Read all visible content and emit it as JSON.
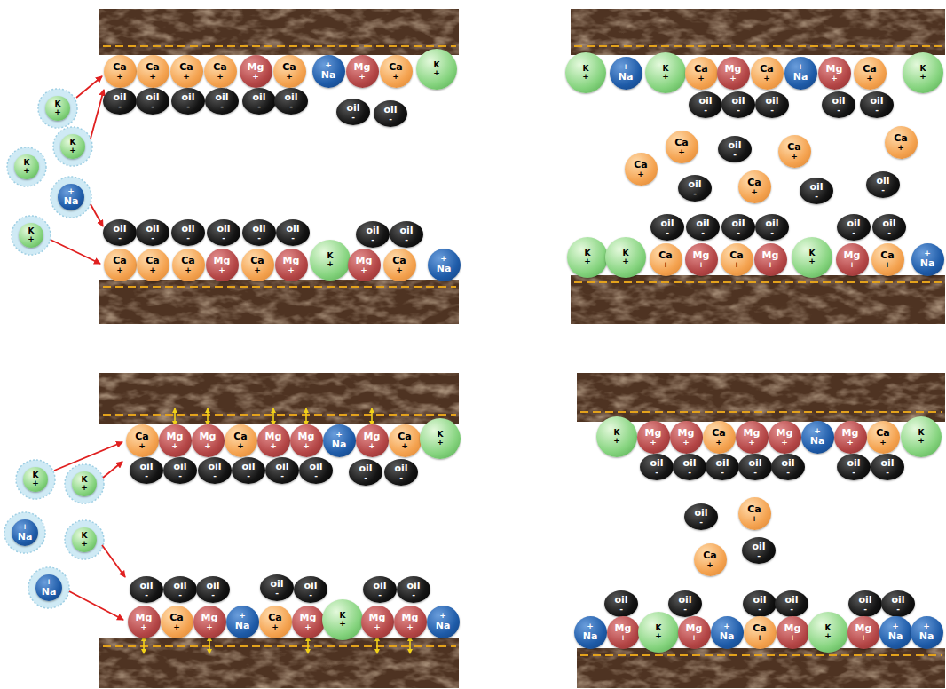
{
  "diagram": {
    "nodes": [
      {
        "text": [
          "Ca",
          "+"
        ]
      },
      {
        "text": [
          "Ca",
          "+"
        ]
      },
      {
        "text": [
          "Ca",
          "+"
        ]
      },
      {
        "text": [
          "Ca",
          "+"
        ]
      },
      {
        "text": [
          "Mg",
          "+"
        ]
      },
      {
        "text": [
          "Ca",
          "+"
        ]
      },
      {
        "text": [
          "+",
          "Na"
        ]
      },
      {
        "text": [
          "Mg",
          "+"
        ]
      },
      {
        "text": [
          "Ca",
          "+"
        ]
      },
      {
        "text": [
          "K",
          "+"
        ]
      },
      {
        "text": [
          "oil",
          "-"
        ]
      },
      {
        "text": [
          "oil",
          "-"
        ]
      },
      {
        "text": [
          "oil",
          "-"
        ]
      },
      {
        "text": [
          "oil",
          "-"
        ]
      },
      {
        "text": [
          "oil",
          "-"
        ]
      },
      {
        "text": [
          "oil",
          "-"
        ]
      },
      {
        "text": [
          "oil",
          "-"
        ]
      },
      {
        "text": [
          "oil",
          "-"
        ]
      },
      {
        "text": [
          "K",
          "+"
        ]
      },
      {
        "text": [
          "K",
          "+"
        ]
      },
      {
        "text": [
          "K",
          "+"
        ]
      },
      {
        "text": [
          "+",
          "Na"
        ]
      },
      {
        "text": [
          "K",
          "+"
        ]
      },
      {
        "text": [
          "oil",
          "-"
        ]
      },
      {
        "text": [
          "oil",
          "-"
        ]
      },
      {
        "text": [
          "oil",
          "-"
        ]
      },
      {
        "text": [
          "oil",
          "-"
        ]
      },
      {
        "text": [
          "oil",
          "-"
        ]
      },
      {
        "text": [
          "oil",
          "-"
        ]
      },
      {
        "text": [
          "oil",
          "-"
        ]
      },
      {
        "text": [
          "oil",
          "-"
        ]
      },
      {
        "text": [
          "Ca",
          "+"
        ]
      },
      {
        "text": [
          "Ca",
          "+"
        ]
      },
      {
        "text": [
          "Ca",
          "+"
        ]
      },
      {
        "text": [
          "Mg",
          "+"
        ]
      },
      {
        "text": [
          "Ca",
          "+"
        ]
      },
      {
        "text": [
          "Mg",
          "+"
        ]
      },
      {
        "text": [
          "K",
          "+"
        ]
      },
      {
        "text": [
          "Mg",
          "+"
        ]
      },
      {
        "text": [
          "Ca",
          "+"
        ]
      },
      {
        "text": [
          "+",
          "Na"
        ]
      },
      {
        "text": [
          "K",
          "+"
        ]
      },
      {
        "text": [
          "+",
          "Na"
        ]
      },
      {
        "text": [
          "K",
          "+"
        ]
      },
      {
        "text": [
          "Ca",
          "+"
        ]
      },
      {
        "text": [
          "Mg",
          "+"
        ]
      },
      {
        "text": [
          "Ca",
          "+"
        ]
      },
      {
        "text": [
          "+",
          "Na"
        ]
      },
      {
        "text": [
          "Mg",
          "+"
        ]
      },
      {
        "text": [
          "Ca",
          "+"
        ]
      },
      {
        "text": [
          "K",
          "+"
        ]
      },
      {
        "text": [
          "oil",
          "-"
        ]
      },
      {
        "text": [
          "oil",
          "-"
        ]
      },
      {
        "text": [
          "oil",
          "-"
        ]
      },
      {
        "text": [
          "oil",
          "-"
        ]
      },
      {
        "text": [
          "oil",
          "-"
        ]
      },
      {
        "text": [
          "Ca",
          "+"
        ]
      },
      {
        "text": [
          "oil",
          "-"
        ]
      },
      {
        "text": [
          "Ca",
          "+"
        ]
      },
      {
        "text": [
          "Ca",
          "+"
        ]
      },
      {
        "text": [
          "Ca",
          "+"
        ]
      },
      {
        "text": [
          "oil",
          "-"
        ]
      },
      {
        "text": [
          "Ca",
          "+"
        ]
      },
      {
        "text": [
          "oil",
          "-"
        ]
      },
      {
        "text": [
          "oil",
          "-"
        ]
      },
      {
        "text": [
          "oil",
          "-"
        ]
      },
      {
        "text": [
          "oil",
          "-"
        ]
      },
      {
        "text": [
          "oil",
          "-"
        ]
      },
      {
        "text": [
          "oil",
          "-"
        ]
      },
      {
        "text": [
          "oil",
          "-"
        ]
      },
      {
        "text": [
          "oil",
          "-"
        ]
      },
      {
        "text": [
          "K",
          "+"
        ]
      },
      {
        "text": [
          "K",
          "+"
        ]
      },
      {
        "text": [
          "Ca",
          "+"
        ]
      },
      {
        "text": [
          "Mg",
          "+"
        ]
      },
      {
        "text": [
          "Ca",
          "+"
        ]
      },
      {
        "text": [
          "Mg",
          "+"
        ]
      },
      {
        "text": [
          "K",
          "+"
        ]
      },
      {
        "text": [
          "Mg",
          "+"
        ]
      },
      {
        "text": [
          "Ca",
          "+"
        ]
      },
      {
        "text": [
          "+",
          "Na"
        ]
      },
      {
        "text": [
          "Ca",
          "+"
        ]
      },
      {
        "text": [
          "Mg",
          "+"
        ]
      },
      {
        "text": [
          "Mg",
          "+"
        ]
      },
      {
        "text": [
          "Ca",
          "+"
        ]
      },
      {
        "text": [
          "Mg",
          "+"
        ]
      },
      {
        "text": [
          "Mg",
          "+"
        ]
      },
      {
        "text": [
          "+",
          "Na"
        ]
      },
      {
        "text": [
          "Mg",
          "+"
        ]
      },
      {
        "text": [
          "Ca",
          "+"
        ]
      },
      {
        "text": [
          "K",
          "+"
        ]
      },
      {
        "text": [
          "oil",
          "-"
        ]
      },
      {
        "text": [
          "oil",
          "-"
        ]
      },
      {
        "text": [
          "oil",
          "-"
        ]
      },
      {
        "text": [
          "oil",
          "-"
        ]
      },
      {
        "text": [
          "oil",
          "-"
        ]
      },
      {
        "text": [
          "oil",
          "-"
        ]
      },
      {
        "text": [
          "oil",
          "-"
        ]
      },
      {
        "text": [
          "oil",
          "-"
        ]
      },
      {
        "text": [
          "K",
          "+"
        ]
      },
      {
        "text": [
          "K",
          "+"
        ]
      },
      {
        "text": [
          "+",
          "Na"
        ]
      },
      {
        "text": [
          "K",
          "+"
        ]
      },
      {
        "text": [
          "+",
          "Na"
        ]
      },
      {
        "text": [
          "oil",
          "-"
        ]
      },
      {
        "text": [
          "oil",
          "-"
        ]
      },
      {
        "text": [
          "oil",
          "-"
        ]
      },
      {
        "text": [
          "oil",
          "-"
        ]
      },
      {
        "text": [
          "oil",
          "-"
        ]
      },
      {
        "text": [
          "oil",
          "-"
        ]
      },
      {
        "text": [
          "oil",
          "-"
        ]
      },
      {
        "text": [
          "Mg",
          "+"
        ]
      },
      {
        "text": [
          "Ca",
          "+"
        ]
      },
      {
        "text": [
          "Mg",
          "+"
        ]
      },
      {
        "text": [
          "+",
          "Na"
        ]
      },
      {
        "text": [
          "Ca",
          "+"
        ]
      },
      {
        "text": [
          "Mg",
          "+"
        ]
      },
      {
        "text": [
          "K",
          "+"
        ]
      },
      {
        "text": [
          "Mg",
          "+"
        ]
      },
      {
        "text": [
          "Mg",
          "+"
        ]
      },
      {
        "text": [
          "+",
          "Na"
        ]
      },
      {
        "text": [
          "K",
          "+"
        ]
      },
      {
        "text": [
          "Mg",
          "+"
        ]
      },
      {
        "text": [
          "Mg",
          "+"
        ]
      },
      {
        "text": [
          "Ca",
          "+"
        ]
      },
      {
        "text": [
          "Mg",
          "+"
        ]
      },
      {
        "text": [
          "Mg",
          "+"
        ]
      },
      {
        "text": [
          "+",
          "Na"
        ]
      },
      {
        "text": [
          "Mg",
          "+"
        ]
      },
      {
        "text": [
          "Ca",
          "+"
        ]
      },
      {
        "text": [
          "K",
          "+"
        ]
      },
      {
        "text": [
          "oil",
          "-"
        ]
      },
      {
        "text": [
          "oil",
          "-"
        ]
      },
      {
        "text": [
          "oil",
          "-"
        ]
      },
      {
        "text": [
          "oil",
          "-"
        ]
      },
      {
        "text": [
          "oil",
          "-"
        ]
      },
      {
        "text": [
          "oil",
          "-"
        ]
      },
      {
        "text": [
          "oil",
          "-"
        ]
      },
      {
        "text": [
          "oil",
          "-"
        ]
      },
      {
        "text": [
          "Ca",
          "+"
        ]
      },
      {
        "text": [
          "Ca",
          "+"
        ]
      },
      {
        "text": [
          "oil",
          "-"
        ]
      },
      {
        "text": [
          "oil",
          "-"
        ]
      },
      {
        "text": [
          "oil",
          "-"
        ]
      },
      {
        "text": [
          "oil",
          "-"
        ]
      },
      {
        "text": [
          "oil",
          "-"
        ]
      },
      {
        "text": [
          "oil",
          "-"
        ]
      },
      {
        "text": [
          "oil",
          "-"
        ]
      },
      {
        "text": [
          "+",
          "Na"
        ]
      },
      {
        "text": [
          "Mg",
          "+"
        ]
      },
      {
        "text": [
          "K",
          "+"
        ]
      },
      {
        "text": [
          "Mg",
          "+"
        ]
      },
      {
        "text": [
          "+",
          "Na"
        ]
      },
      {
        "text": [
          "Ca",
          "+"
        ]
      },
      {
        "text": [
          "Mg",
          "+"
        ]
      },
      {
        "text": [
          "K",
          "+"
        ]
      },
      {
        "text": [
          "Mg",
          "+"
        ]
      },
      {
        "text": [
          "+",
          "Na"
        ]
      },
      {
        "text": [
          "+",
          "Na"
        ]
      }
    ]
  }
}
